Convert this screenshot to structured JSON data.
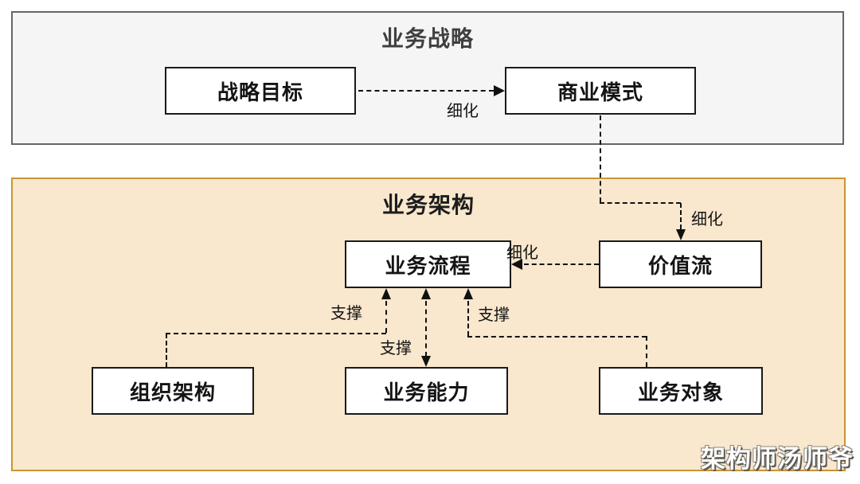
{
  "diagram": {
    "watermark": "架构师汤师爷"
  },
  "sections": [
    {
      "id": "business-strategy",
      "title": "业务战略",
      "fill": "#f5f5f5",
      "border": "#666666"
    },
    {
      "id": "business-architecture",
      "title": "业务架构",
      "fill": "#f9e7ce",
      "border": "#c89632"
    }
  ],
  "nodes": [
    {
      "id": "strategic-goal",
      "label": "战略目标"
    },
    {
      "id": "business-model",
      "label": "商业模式"
    },
    {
      "id": "business-process",
      "label": "业务流程"
    },
    {
      "id": "value-stream",
      "label": "价值流"
    },
    {
      "id": "org-structure",
      "label": "组织架构"
    },
    {
      "id": "business-capability",
      "label": "业务能力"
    },
    {
      "id": "business-object",
      "label": "业务对象"
    }
  ],
  "edges": [
    {
      "from": "战略目标",
      "to": "商业模式",
      "label": "细化",
      "line": "dashed"
    },
    {
      "from": "商业模式",
      "to": "价值流",
      "label": "细化",
      "line": "dashed"
    },
    {
      "from": "价值流",
      "to": "业务流程",
      "label": "细化",
      "line": "dashed"
    },
    {
      "from": "组织架构",
      "to": "业务流程",
      "label": "支撑",
      "line": "dashed"
    },
    {
      "from": "业务能力",
      "to": "业务流程",
      "label": "支撑",
      "line": "dashed",
      "bidirectional": true
    },
    {
      "from": "业务对象",
      "to": "业务流程",
      "label": "支撑",
      "line": "dashed"
    }
  ],
  "colors": {
    "node_fill": "#ffffff",
    "node_border": "#1a1a1a",
    "edge": "#111111",
    "strategy_fill": "#f5f5f5",
    "strategy_border": "#666666",
    "architecture_fill": "#f9e7ce",
    "architecture_border": "#c89632",
    "watermark_text": "#ffffff"
  }
}
